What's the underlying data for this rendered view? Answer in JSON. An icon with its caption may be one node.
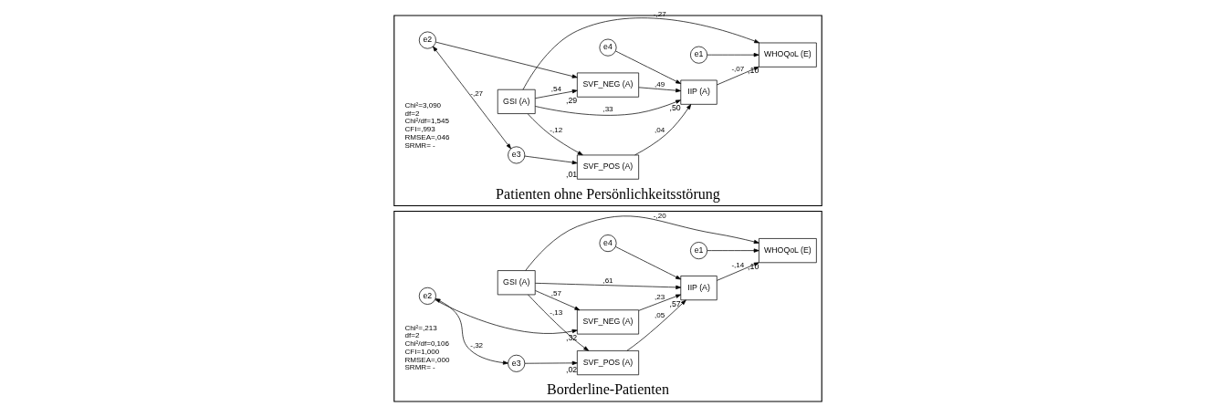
{
  "diagram": {
    "nodes": [
      {
        "text": [
          "Borderline-Patienten"
        ]
      },
      {
        "text": [
          "GSI (A)"
        ],
        "in": 0
      },
      {
        "text": [
          "e1"
        ],
        "in": 0
      },
      {
        "text": [
          "WHOQoL (E)"
        ],
        "in": 0,
        "beside": [
          ",10"
        ]
      },
      {
        "text": [
          "e2"
        ],
        "in": 0
      },
      {
        "text": [
          "SVF_NEG (A)"
        ],
        "in": 0,
        "beside": [
          ",32"
        ]
      },
      {
        "text": [
          "IIP (A)"
        ],
        "in": 0,
        "beside": [
          ",57"
        ]
      },
      {
        "text": [
          "SVF_POS (A)"
        ],
        "in": 0,
        "beside": [
          ",02"
        ]
      },
      {
        "text": [
          "e3"
        ],
        "in": 0
      },
      {
        "text": [
          "e4"
        ],
        "in": 0
      },
      {
        "text": [
          "Patienten ohne Persönlichkeitsstörung"
        ]
      },
      {
        "text": [
          "GSI (A)"
        ],
        "in": 10
      },
      {
        "text": [
          "e1"
        ],
        "in": 10
      },
      {
        "text": [
          "WHOQoL (E)"
        ],
        "in": 10,
        "beside": [
          ",10"
        ]
      },
      {
        "text": [
          "e2"
        ],
        "in": 10
      },
      {
        "text": [
          "SVF_NEG (A)"
        ],
        "in": 10,
        "beside": [
          ",29"
        ]
      },
      {
        "text": [
          "IIP (A)"
        ],
        "in": 10,
        "beside": [
          ",50"
        ]
      },
      {
        "text": [
          "SVF_POS (A)"
        ],
        "in": 10,
        "beside": [
          ",01"
        ]
      },
      {
        "text": [
          "e3"
        ],
        "in": 10
      },
      {
        "text": [
          "e4"
        ],
        "in": 10
      }
    ],
    "edges": [
      {
        "from": 1,
        "to": 3,
        "arrow": "to",
        "label": "-,20"
      },
      {
        "from": 1,
        "to": 5,
        "arrow": "to",
        "label": ",57"
      },
      {
        "from": 1,
        "to": 6,
        "arrow": "to",
        "label": ",61"
      },
      {
        "from": 1,
        "to": 7,
        "arrow": "to",
        "label": "-,13"
      },
      {
        "from": 2,
        "to": 3,
        "arrow": "to"
      },
      {
        "from": 4,
        "to": 5,
        "arrow": "to"
      },
      {
        "from": 4,
        "to": 8,
        "arrow": "both",
        "label": "-,32"
      },
      {
        "from": 5,
        "to": 6,
        "arrow": "to",
        "label": ",23"
      },
      {
        "from": 7,
        "to": 6,
        "arrow": "to",
        "label": ",05"
      },
      {
        "from": 6,
        "to": 3,
        "arrow": "to",
        "label": "-,14"
      },
      {
        "from": 8,
        "to": 7,
        "arrow": "to"
      },
      {
        "from": 9,
        "to": 6,
        "arrow": "to"
      },
      {
        "from": 11,
        "to": 13,
        "arrow": "to",
        "label": "-,27"
      },
      {
        "from": 11,
        "to": 15,
        "arrow": "to",
        "label": ",54"
      },
      {
        "from": 11,
        "to": 16,
        "arrow": "to",
        "label": ",33"
      },
      {
        "from": 11,
        "to": 17,
        "arrow": "to",
        "label": "-,12"
      },
      {
        "from": 12,
        "to": 13,
        "arrow": "to"
      },
      {
        "from": 14,
        "to": 15,
        "arrow": "to"
      },
      {
        "from": 14,
        "to": 18,
        "arrow": "both",
        "label": "-,27"
      },
      {
        "from": 15,
        "to": 16,
        "arrow": "to",
        "label": ",49"
      },
      {
        "from": 17,
        "to": 16,
        "arrow": "to",
        "label": ",04"
      },
      {
        "from": 16,
        "to": 13,
        "arrow": "to",
        "label": "-,07"
      },
      {
        "from": 18,
        "to": 17,
        "arrow": "to"
      },
      {
        "from": 19,
        "to": 16,
        "arrow": "to"
      }
    ],
    "labels": [
      "Chi²=,213",
      "df=2",
      "Chi²/df=0,106",
      "CFI=1,000",
      "RMSEA=,000",
      "SRMR= -",
      "Chi²=3,090",
      "df=2",
      "Chi²/df=1,545",
      "CFI=,993",
      "RMSEA=,046",
      "SRMR= -"
    ]
  }
}
